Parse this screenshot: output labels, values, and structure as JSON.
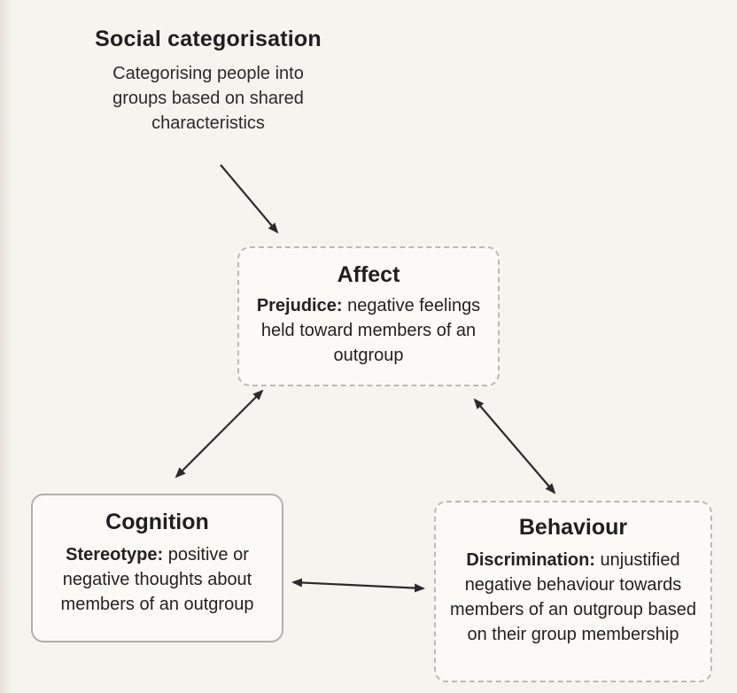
{
  "header": {
    "title": "Social categorisation",
    "description": "Categorising people into groups based on shared characteristics"
  },
  "affect": {
    "title": "Affect",
    "term": "Prejudice:",
    "definition": "negative feelings held toward members of an outgroup"
  },
  "cognition": {
    "title": "Cognition",
    "term": "Stereotype:",
    "definition": "positive or negative thoughts about members of an outgroup"
  },
  "behaviour": {
    "title": "Behaviour",
    "term": "Discrimination:",
    "definition": "unjustified negative behaviour towards members of an outgroup based on their group membership"
  },
  "colors": {
    "text": "#1f1f1f",
    "box_border": "#b2b0aa",
    "arrow": "#2b2b2b",
    "background": "#f6f4ef"
  }
}
